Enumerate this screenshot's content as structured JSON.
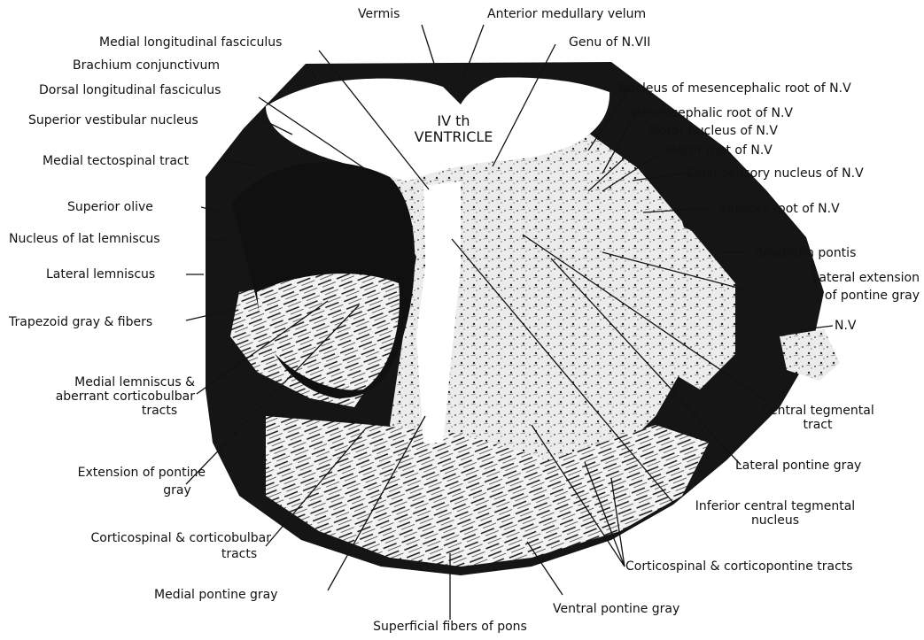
{
  "colors": {
    "ink": "#111111",
    "section": "#151515",
    "tissue": "#e9e9e9",
    "background": "#ffffff"
  },
  "labels": {
    "vermis": "Vermis",
    "anterior_medullary_velum": "Anterior medullary velum",
    "medial_longitudinal_fasciculus": "Medial longitudinal fasciculus",
    "genu_nvii": "Genu of N.VII",
    "brachium_conjunctivum": "Brachium  conjunctivum",
    "dorsal_longitudinal_fasciculus": "Dorsal longitudinal fasciculus",
    "nucleus_mesencephalic_root": "Nucleus of mesencephalic root of N.V",
    "superior_vestibular_nucleus": "Superior vestibular nucleus",
    "mesencephalic_root": "Mesencephalic root of N.V",
    "ventricle_line1": "IV th",
    "ventricle_line2": "VENTRICLE",
    "motor_nucleus": "Motor nucleus of N.V",
    "medial_tectospinal_tract": "Medial tectospinal tract",
    "motor_root": "Motor root of N.V",
    "chief_sensory_nucleus": "Chief sensory nucleus of N.V",
    "superior_olive": "Superior  olive",
    "sensory_root": "Sensory root of N.V",
    "nucleus_lat_lemniscus": "Nucleus of lat lemniscus",
    "brachium_pontis": "Brachium pontis",
    "lateral_lemniscus": "Lateral  lemniscus",
    "lateral_extension_line1": "Lateral extension",
    "lateral_extension_line2": "of pontine gray",
    "trapezoid": "Trapezoid gray & fibers",
    "nv": "N.V",
    "medial_lemniscus_line1": "Medial lemniscus &",
    "medial_lemniscus_line2": "aberrant corticobulbar",
    "medial_lemniscus_line3": "tracts",
    "central_tegmental_line1": "Central  tegmental",
    "central_tegmental_line2": "tract",
    "extension_pontine_line1": "Extension  of pontine",
    "extension_pontine_line2": "gray",
    "lateral_pontine_gray": "Lateral pontine gray",
    "inferior_central_line1": "Inferior  central tegmental",
    "inferior_central_line2": "nucleus",
    "corticospinal_corticobulbar_line1": "Corticospinal  & corticobulbar",
    "corticospinal_corticobulbar_line2": "tracts",
    "corticospinal_corticopontine": "Corticospinal  &  corticopontine tracts",
    "medial_pontine_gray": "Medial  pontine  gray",
    "ventral_pontine_gray": "Ventral pontine gray",
    "superficial_fibers": "Superficial fibers of pons"
  }
}
